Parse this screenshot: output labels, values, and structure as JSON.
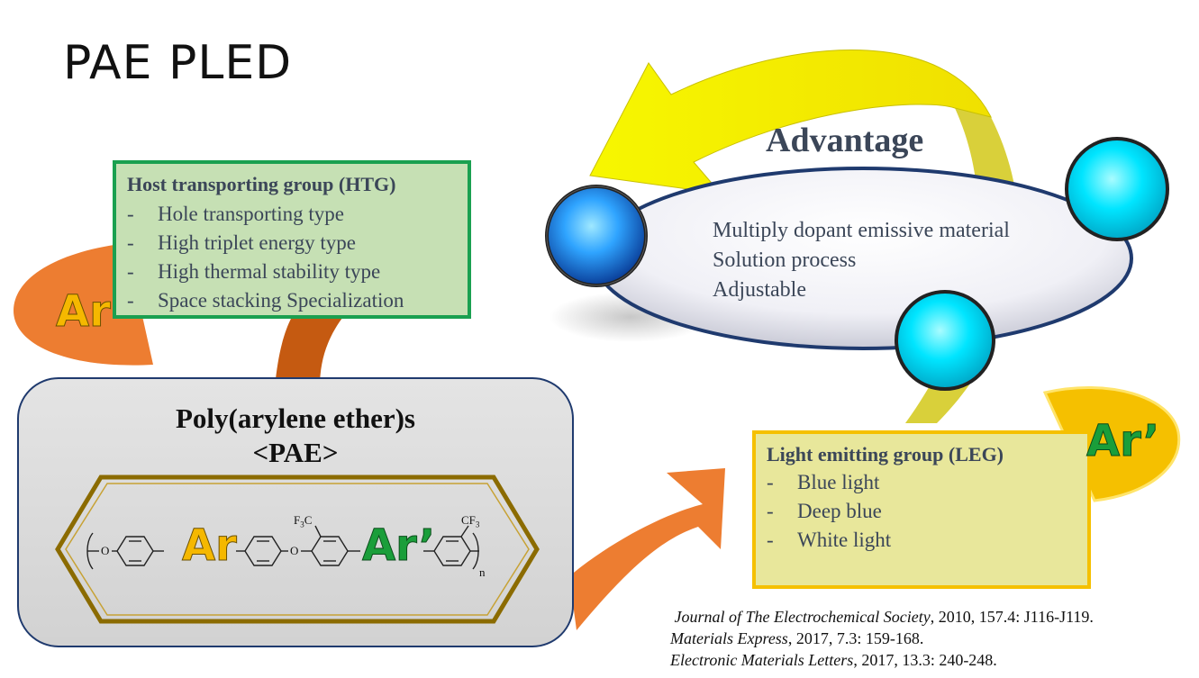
{
  "slide": {
    "title": "PAE PLED"
  },
  "htg": {
    "heading": "Host transporting group (HTG)",
    "items": [
      "Hole transporting type",
      "High triplet energy type",
      "High thermal stability type",
      "Space stacking Specialization"
    ],
    "bullet": "-"
  },
  "advantage": {
    "heading": "Advantage",
    "items": [
      "Multiply dopant emissive material",
      "Solution process",
      "Adjustable"
    ]
  },
  "pae": {
    "name": "Poly(arylene ether)s",
    "abbr": "<PAE>"
  },
  "structure": {
    "ar": "Ar",
    "ar_prime": "Ar’",
    "o1": "O",
    "o2": "O",
    "f3c": "F3C",
    "cf3": "CF3",
    "n": "n"
  },
  "leg": {
    "heading": "Light emitting group (LEG)",
    "items": [
      "Blue light",
      "Deep blue",
      "White light"
    ],
    "bullet": "-"
  },
  "labels": {
    "ar_left": "Ar",
    "ar_right": "Ar’"
  },
  "references": [
    {
      "journal": "Journal of The Electrochemical Society",
      "rest": ", 2010, 157.4: J116-J119."
    },
    {
      "journal": "Materials Express",
      "rest": ", 2017, 7.3: 159-168."
    },
    {
      "journal": "Electronic Materials Letters",
      "rest": ", 2017, 13.3: 240-248."
    }
  ],
  "colors": {
    "htg_fill": "#c6e0b4",
    "htg_border": "#1aa050",
    "leg_fill": "#e8e79b",
    "leg_border": "#f5c000",
    "arrow_orange": "#ed7d31",
    "arrow_brown": "#c55a11",
    "arrow_yellow": "#f7f700",
    "text_dark": "#3b4658",
    "ar_gold": "#f5b800",
    "ar_green": "#1a9e3a",
    "glow_cyan": "#00e5ff"
  }
}
